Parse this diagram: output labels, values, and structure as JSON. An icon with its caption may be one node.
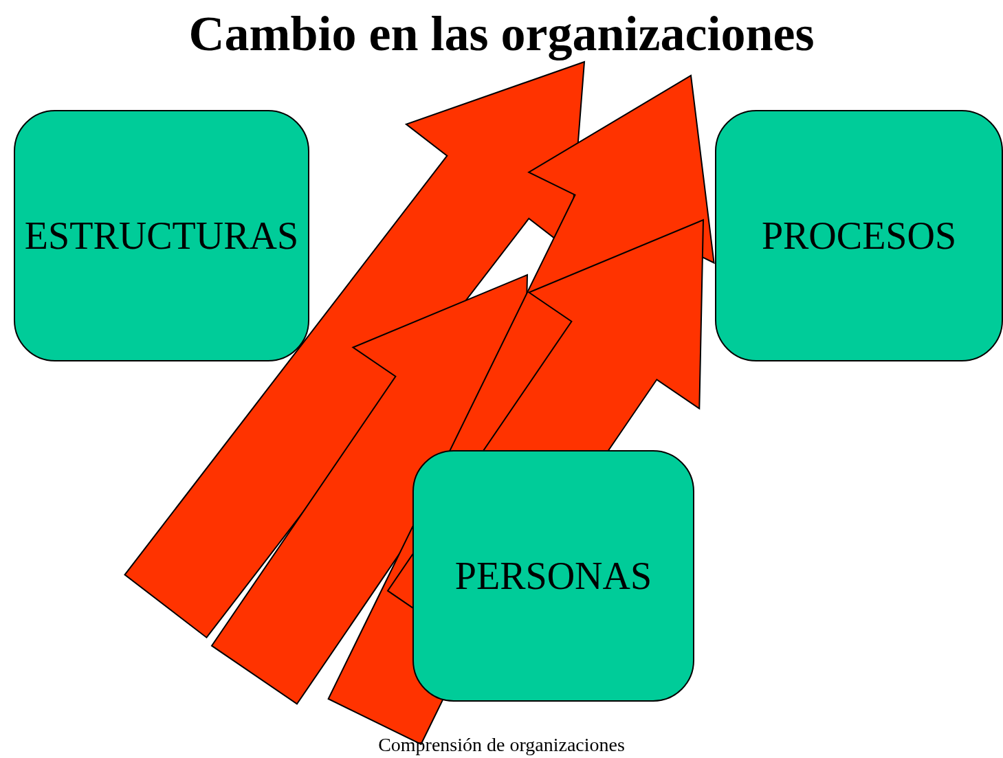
{
  "diagram": {
    "title": "Cambio en las organizaciones",
    "caption": "Comprensión de organizaciones",
    "nodes": [
      {
        "text": [
          "ESTRUCTURAS"
        ]
      },
      {
        "text": [
          "PROCESOS"
        ]
      },
      {
        "text": [
          "PERSONAS"
        ]
      }
    ]
  }
}
